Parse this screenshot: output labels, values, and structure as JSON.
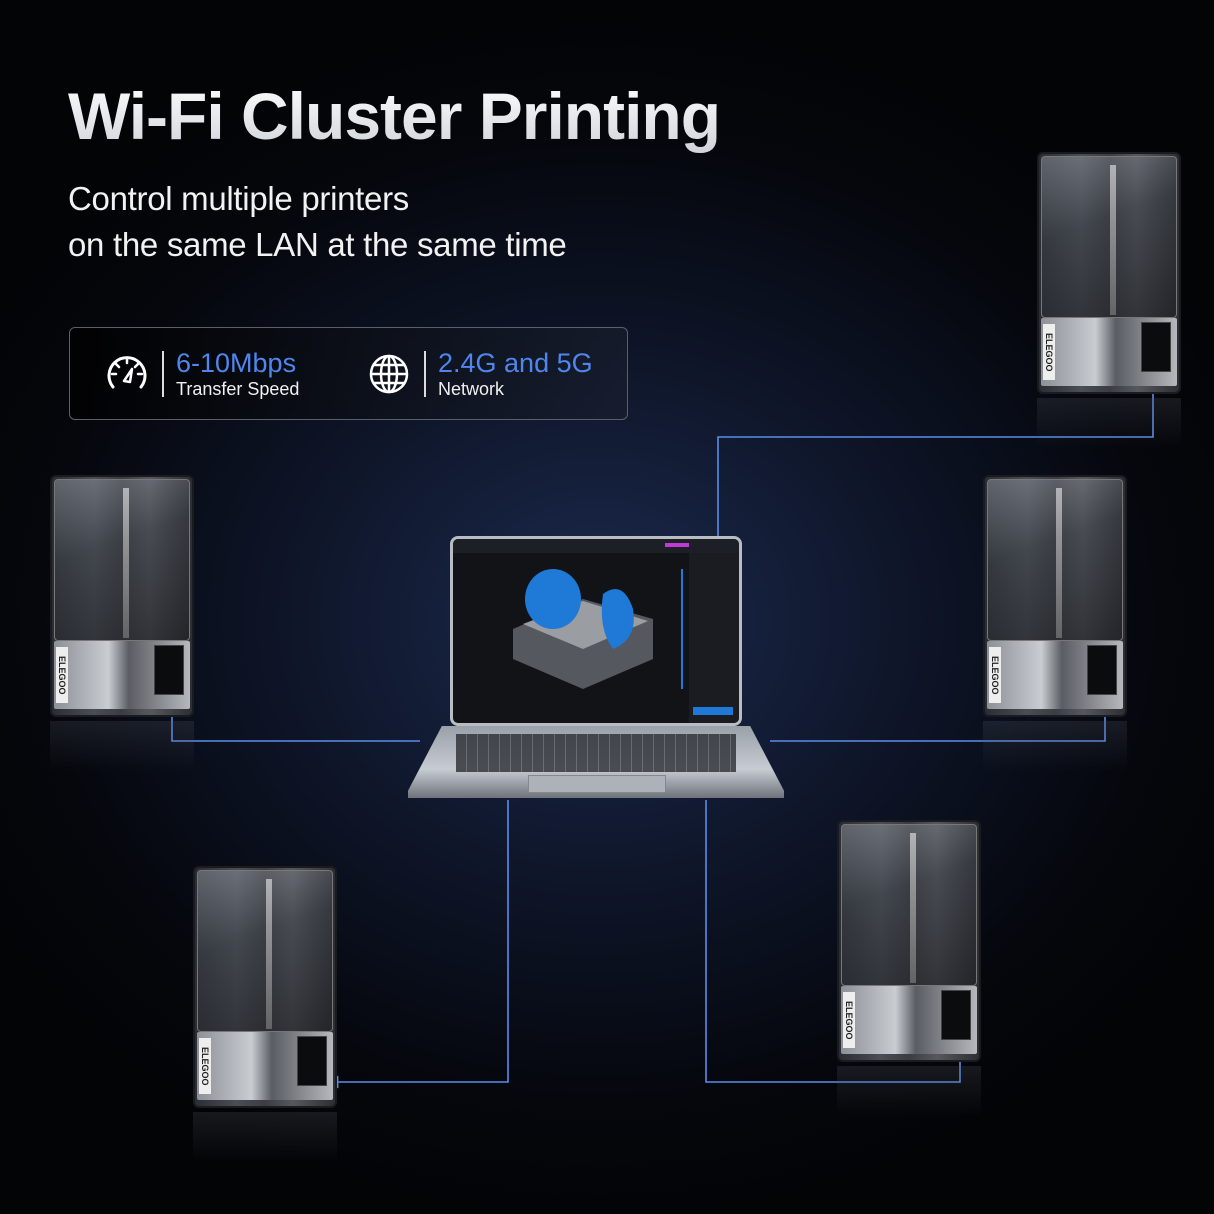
{
  "header": {
    "title": "Wi-Fi Cluster Printing",
    "subtitle_line1": "Control multiple printers",
    "subtitle_line2": "on the same LAN at the same time"
  },
  "specs": [
    {
      "icon": "speedometer-icon",
      "value": "6-10Mbps",
      "label": "Transfer Speed"
    },
    {
      "icon": "globe-icon",
      "value": "2.4G and 5G",
      "label": "Network"
    }
  ],
  "brand": "ELEGOO",
  "colors": {
    "accent": "#4f86ee",
    "line": "#5b8de8",
    "background": "#05070d"
  }
}
